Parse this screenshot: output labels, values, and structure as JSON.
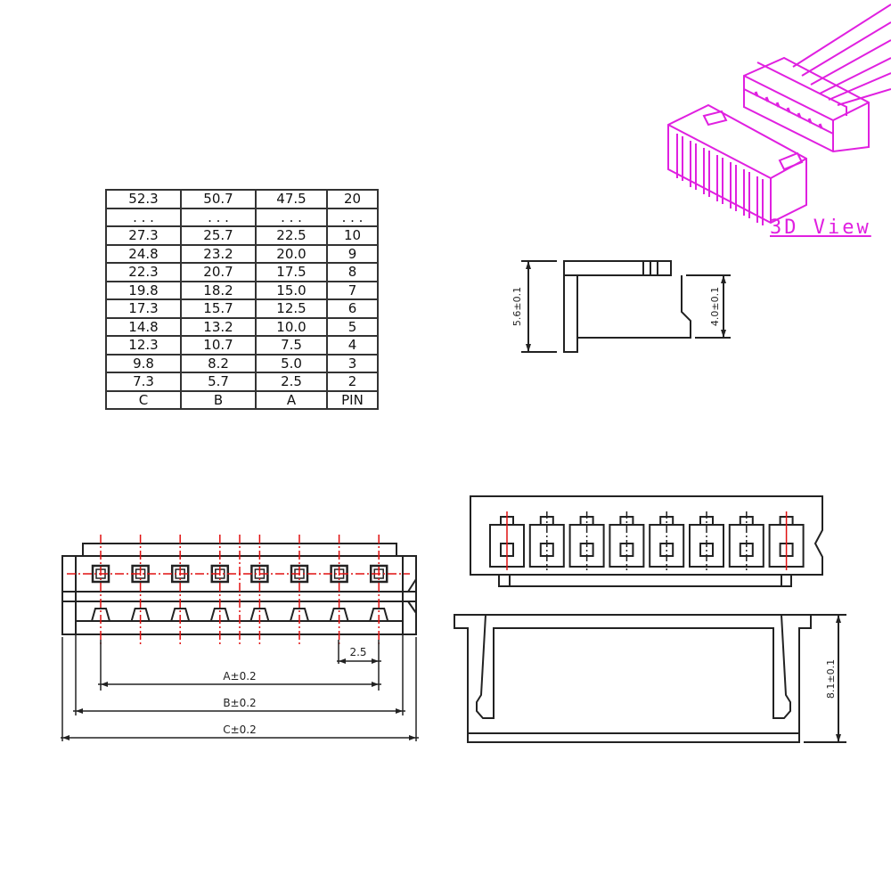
{
  "table": {
    "headers": [
      "C",
      "B",
      "A",
      "PIN"
    ],
    "rows": [
      [
        "52.3",
        "50.7",
        "47.5",
        "20"
      ],
      [
        ". . .",
        ". . .",
        ". . .",
        ". . ."
      ],
      [
        "27.3",
        "25.7",
        "22.5",
        "10"
      ],
      [
        "24.8",
        "23.2",
        "20.0",
        "9"
      ],
      [
        "22.3",
        "20.7",
        "17.5",
        "8"
      ],
      [
        "19.8",
        "18.2",
        "15.0",
        "7"
      ],
      [
        "17.3",
        "15.7",
        "12.5",
        "6"
      ],
      [
        "14.8",
        "13.2",
        "10.0",
        "5"
      ],
      [
        "12.3",
        "10.7",
        "7.5",
        "4"
      ],
      [
        "9.8",
        "8.2",
        "5.0",
        "3"
      ],
      [
        "7.3",
        "5.7",
        "2.5",
        "2"
      ]
    ]
  },
  "view3d": {
    "label": "3D View",
    "color": "#e020e0"
  },
  "side_view": {
    "height_total": "5.6±0.1",
    "height_body": "4.0±0.1"
  },
  "front_view": {
    "pitch": "2.5",
    "dim_a": "A±0.2",
    "dim_b": "B±0.2",
    "dim_c": "C±0.2",
    "pin_count": 8
  },
  "housing_view": {
    "height": "8.1±0.1"
  },
  "colors": {
    "line": "#222222",
    "centerline": "#e01010",
    "magenta": "#e020e0"
  }
}
